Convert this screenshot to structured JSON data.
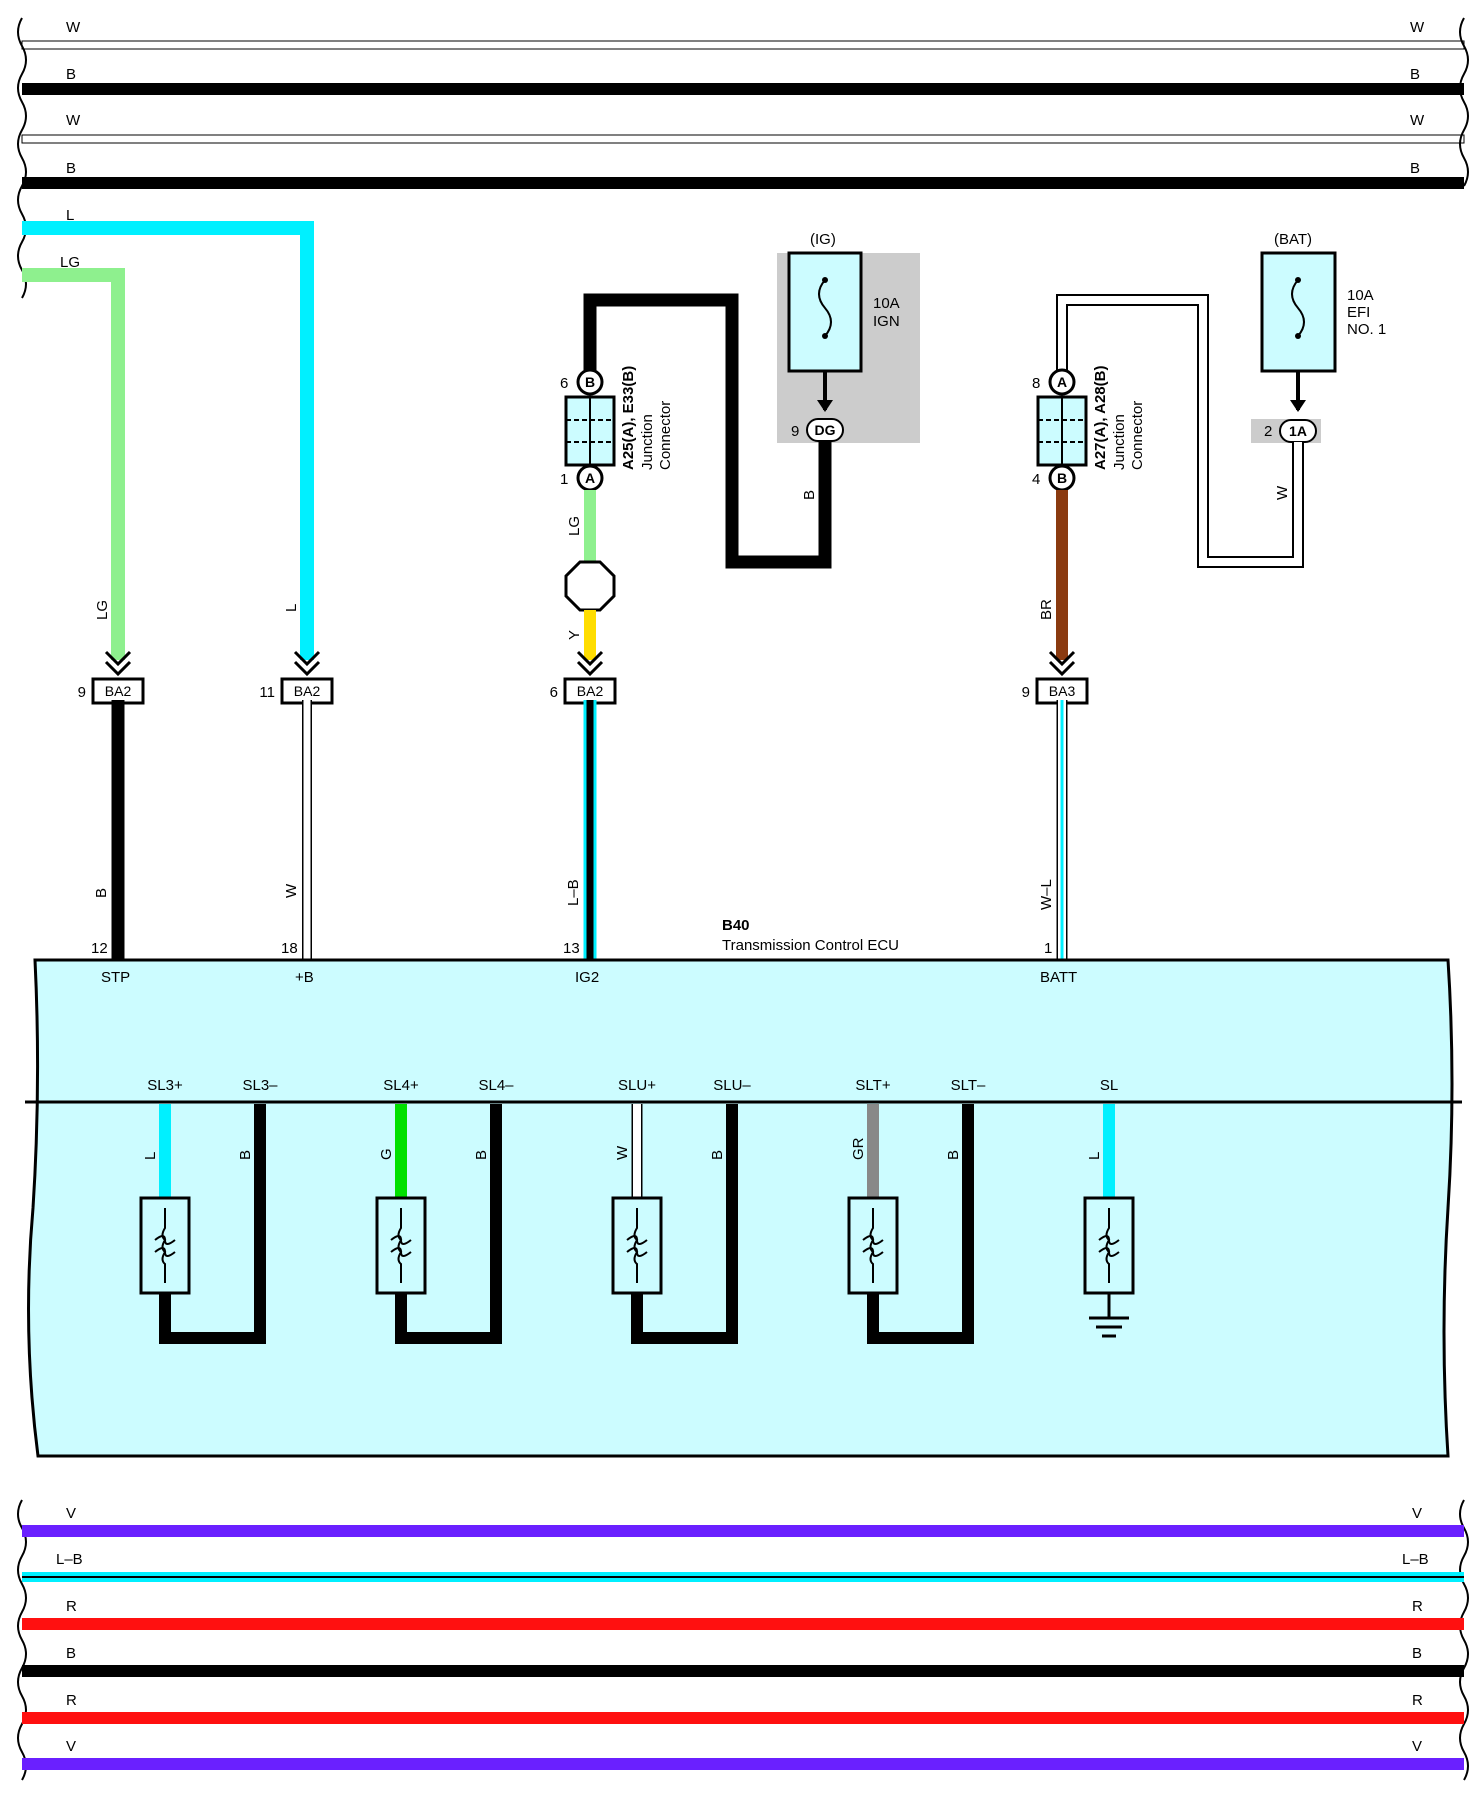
{
  "colors": {
    "W": "#ffffff",
    "B": "#000000",
    "L": "#00f0ff",
    "LG": "#8ef08e",
    "Y": "#ffdd00",
    "BR": "#8a3a10",
    "G": "#00e000",
    "GR": "#888888",
    "V": "#6a20ff",
    "R": "#ff1010",
    "ecu_fill": "#ccfcff",
    "fuse_fill": "#ccfcff",
    "fuse_shade": "#cccccc"
  },
  "top_bus": [
    {
      "label_left": "W",
      "label_right": "W",
      "color": "W"
    },
    {
      "label_left": "B",
      "label_right": "B",
      "color": "B"
    },
    {
      "label_left": "W",
      "label_right": "W",
      "color": "W"
    },
    {
      "label_left": "B",
      "label_right": "B",
      "color": "B"
    }
  ],
  "bottom_bus": [
    {
      "label_left": "V",
      "label_right": "V",
      "color": "V"
    },
    {
      "label_left": "L–B",
      "label_right": "L–B",
      "color": "L"
    },
    {
      "label_left": "R",
      "label_right": "R",
      "color": "R"
    },
    {
      "label_left": "B",
      "label_right": "B",
      "color": "B"
    },
    {
      "label_left": "R",
      "label_right": "R",
      "color": "R"
    },
    {
      "label_left": "V",
      "label_right": "V",
      "color": "V"
    }
  ],
  "feeds": {
    "l_top": "L",
    "lg_top": "LG"
  },
  "fuse_ig": {
    "title": "(IG)",
    "rating": "10A",
    "name": "IGN",
    "pin": "9",
    "pin_id": "DG"
  },
  "fuse_bat": {
    "title": "(BAT)",
    "rating": "10A",
    "name1": "EFI",
    "name2": "NO. 1",
    "pin": "2",
    "pin_id": "1A"
  },
  "jc1": {
    "name": "A25(A), E33(B)",
    "line2": "Junction",
    "line3": "Connector",
    "top_pin": "6",
    "top_id": "B",
    "bot_pin": "1",
    "bot_id": "A"
  },
  "jc2": {
    "name": "A27(A), A28(B)",
    "line2": "Junction",
    "line3": "Connector",
    "top_pin": "8",
    "top_id": "A",
    "bot_pin": "4",
    "bot_id": "B"
  },
  "wire_labels": {
    "lg1": "LG",
    "l1": "L",
    "ig_b": "B",
    "jc1_lg": "LG",
    "jc1_y": "Y",
    "bat_w": "W",
    "jc2_br": "BR",
    "stp_b": "B",
    "pb_w": "W",
    "ig2_lb": "L–B",
    "batt_wl": "W–L"
  },
  "connectors": [
    {
      "pin": "9",
      "id": "BA2"
    },
    {
      "pin": "11",
      "id": "BA2"
    },
    {
      "pin": "6",
      "id": "BA2"
    },
    {
      "pin": "9",
      "id": "BA3"
    }
  ],
  "ecu": {
    "code": "B40",
    "name": "Transmission Control ECU",
    "pins": [
      {
        "num": "12",
        "name": "STP"
      },
      {
        "num": "18",
        "name": "+B"
      },
      {
        "num": "13",
        "name": "IG2"
      },
      {
        "num": "1",
        "name": "BATT"
      }
    ],
    "solenoids": [
      {
        "plus": "SL3+",
        "minus": "SL3–",
        "wire_plus": "L",
        "wire_minus": "B",
        "color": "L"
      },
      {
        "plus": "SL4+",
        "minus": "SL4–",
        "wire_plus": "G",
        "wire_minus": "B",
        "color": "G"
      },
      {
        "plus": "SLU+",
        "minus": "SLU–",
        "wire_plus": "W",
        "wire_minus": "B",
        "color": "W"
      },
      {
        "plus": "SLT+",
        "minus": "SLT–",
        "wire_plus": "GR",
        "wire_minus": "B",
        "color": "GR"
      },
      {
        "plus": "SL",
        "wire_plus": "L",
        "color": "L"
      }
    ]
  }
}
